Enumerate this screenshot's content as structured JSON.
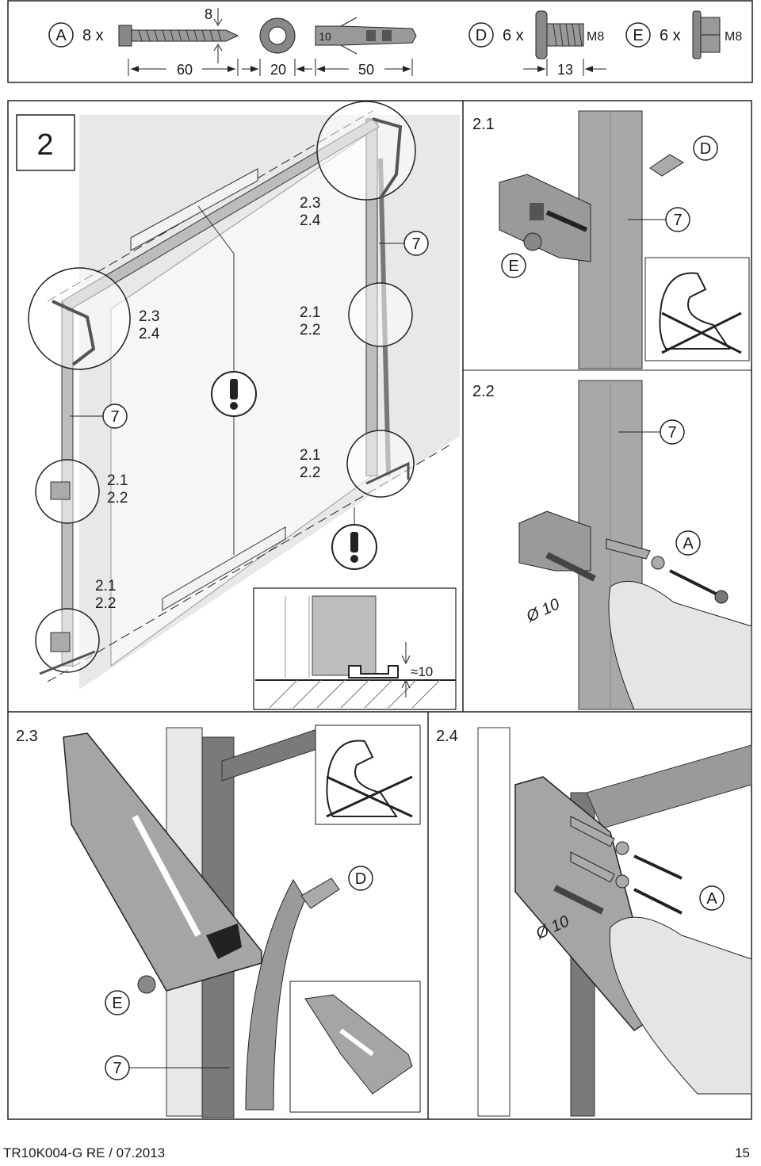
{
  "parts_legend": {
    "part_a": {
      "letter": "A",
      "qty": "8 x",
      "screw_length": "60",
      "screw_dim": "8",
      "washer": "20",
      "plug_length": "50",
      "plug_diameter": "10"
    },
    "part_d": {
      "letter": "D",
      "qty": "6 x",
      "thread": "M8",
      "length": "13"
    },
    "part_e": {
      "letter": "E",
      "qty": "6 x",
      "thread": "M8"
    }
  },
  "step": {
    "number": "2",
    "labels": {
      "top_right_detail": "2.3\n2.4",
      "top_left_detail": "2.3\n2.4",
      "right_upper": "2.1\n2.2",
      "right_lower": "2.1\n2.2",
      "left_mid": "2.1\n2.2",
      "left_low": "2.1\n2.2",
      "frame_part": "7",
      "frame_part_left": "7"
    },
    "gap_value": "≈10"
  },
  "panel_21": {
    "title": "2.1",
    "part_d": "D",
    "part_7": "7",
    "part_e": "E"
  },
  "panel_22": {
    "title": "2.2",
    "part_7": "7",
    "part_a": "A",
    "drill": "Ø 10"
  },
  "panel_23": {
    "title": "2.3",
    "part_d": "D",
    "part_e": "E",
    "part_7": "7"
  },
  "panel_24": {
    "title": "2.4",
    "part_a": "A",
    "drill": "Ø 10"
  },
  "footer": {
    "doc_code": "TR10K004-G  RE / 07.2013",
    "page_number": "15"
  }
}
